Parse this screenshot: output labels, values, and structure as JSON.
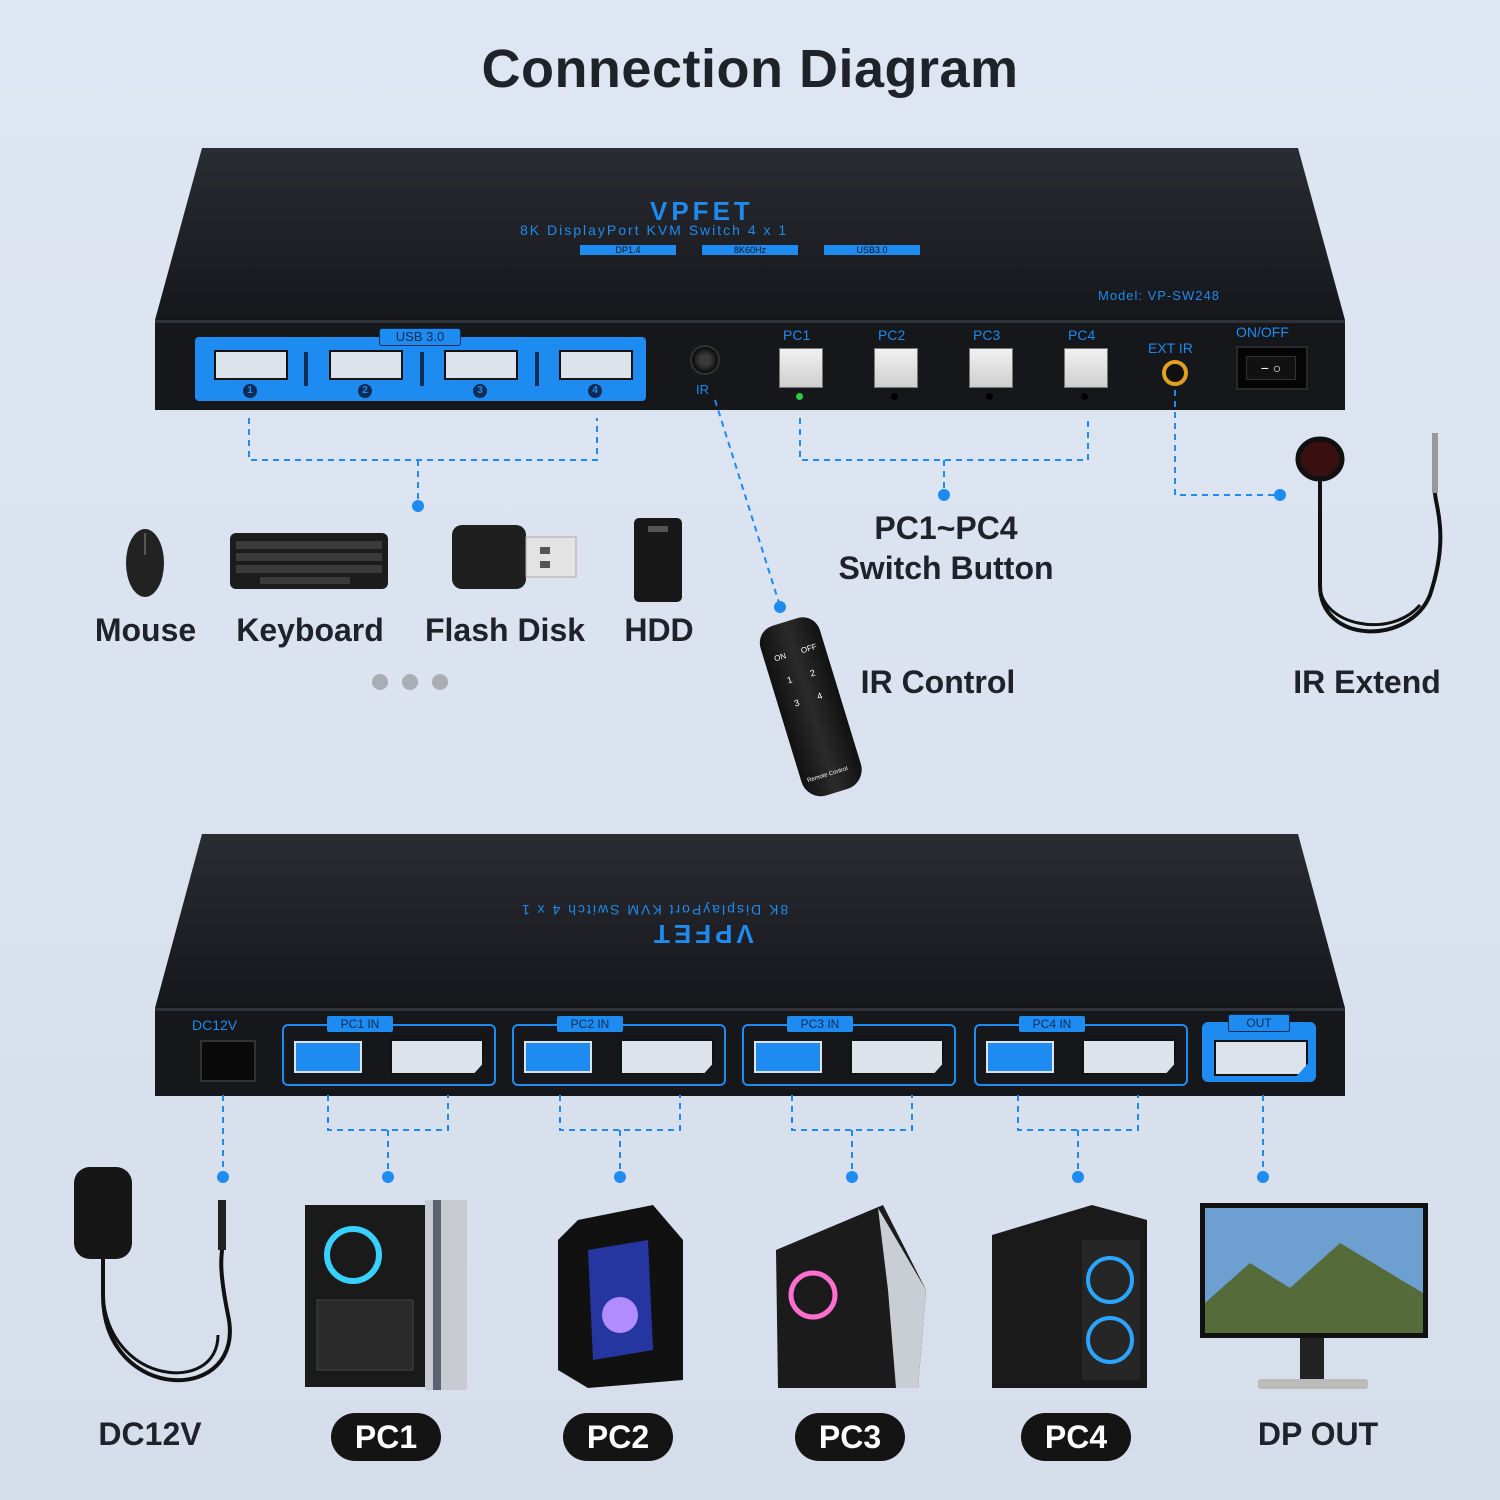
{
  "title": "Connection Diagram",
  "front_device": {
    "brand": "VPFET",
    "subtitle": "8K DisplayPort KVM Switch 4 x 1",
    "badges": [
      "DP1.4",
      "8K60Hz",
      "USB3.0"
    ],
    "model": "Model: VP-SW248",
    "usb_label": "USB 3.0",
    "usb_ports": [
      "1",
      "2",
      "3",
      "4"
    ],
    "ir_label": "IR",
    "pc_buttons": [
      "PC1",
      "PC2",
      "PC3",
      "PC4"
    ],
    "ext_ir_label": "EXT IR",
    "power_label": "ON/OFF"
  },
  "peripherals": {
    "items": [
      "Mouse",
      "Keyboard",
      "Flash Disk",
      "HDD"
    ],
    "switch_caption_line1": "PC1~PC4",
    "switch_caption_line2": "Switch Button",
    "ir_control": "IR Control",
    "ir_extend": "IR Extend"
  },
  "remote": {
    "on": "ON",
    "off": "OFF",
    "keys": [
      "1",
      "2",
      "3",
      "4"
    ],
    "footer": "Remote Control"
  },
  "rear_device": {
    "dc_label": "DC12V",
    "inputs": [
      "PC1 IN",
      "PC2 IN",
      "PC3 IN",
      "PC4 IN"
    ],
    "out_label": "OUT"
  },
  "bottom_labels": {
    "power": "DC12V",
    "pcs": [
      "PC1",
      "PC2",
      "PC3",
      "PC4"
    ],
    "output": "DP OUT"
  },
  "colors": {
    "accent": "#1e8bf0",
    "device_body": "#1b1c20",
    "background": "#dbe2ef",
    "status_led": "#2ecc40"
  }
}
